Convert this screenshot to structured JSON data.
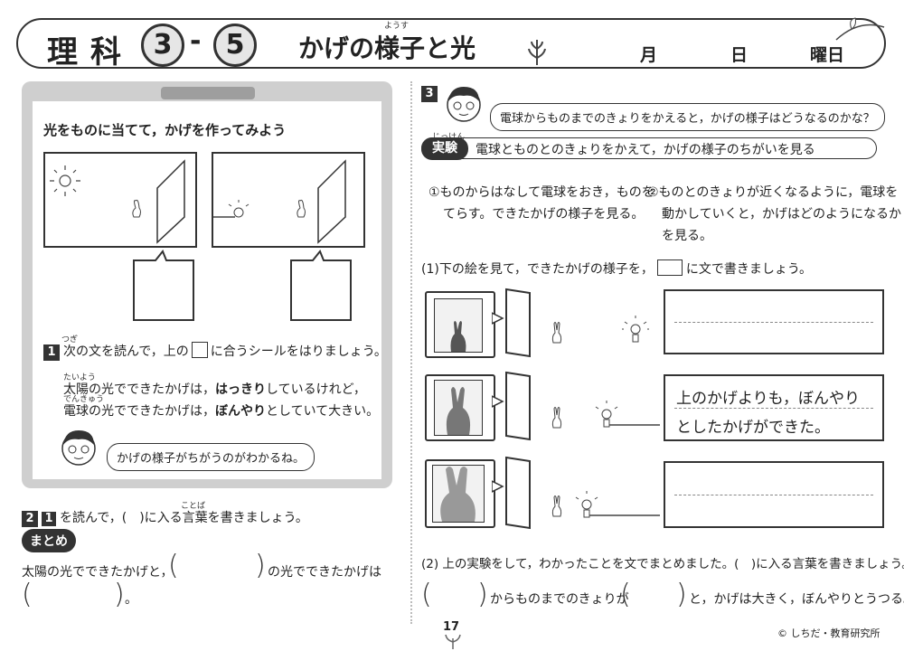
{
  "header": {
    "subject": "理科",
    "grade": "3",
    "dash": "-",
    "unit": "5",
    "title": "かげの様子と光",
    "title_ruby": "ようす",
    "month": "月",
    "day": "日",
    "weekday": "曜日"
  },
  "left": {
    "heading": "光をものに当てて，かげを作ってみよう",
    "q1_num": "1",
    "q1_text_a": "次の文を読んで，上の",
    "q1_text_b": "に合うシールをはりましょう。",
    "q1_ruby": "つぎ",
    "para1_a": "太陽の光でできたかげは，",
    "para1_b": "はっきり",
    "para1_c": "しているけれど，",
    "para2_a": "電球の光でできたかげは，",
    "para2_b": "ぼんやり",
    "para2_c": "としていて大きい。",
    "para_ruby1": "たいよう",
    "para_ruby2": "でんきゅう",
    "bubble": "かげの様子がちがうのがわかるね。",
    "q2_num": "2",
    "q2_ref": "1",
    "q2_text": "を読んで，(　)に入る言葉を書きましょう。",
    "q2_ruby": "ことば",
    "matome": "まとめ",
    "sum_a": "太陽の光でできたかげと，",
    "sum_b": "の光でできたかげは",
    "sum_c": "。"
  },
  "right": {
    "q3_num": "3",
    "bubble": "電球からものまでのきょりをかえると，かげの様子はどうなるのかな？",
    "exp_tag": "実験",
    "exp_ruby": "じっけん",
    "exp_text": "電球とものとのきょりをかえて，かげの様子のちがいを見る",
    "step1_a": "①ものからはなして電球をおき，ものを",
    "step1_b": "てらす。できたかげの様子を見る。",
    "step2_a": "②ものとのきょりが近くなるように，電球を",
    "step2_b": "動かしていくと，かげはどのようになるか",
    "step2_c": "を見る。",
    "sub1_a": "(1)下の絵を見て，できたかげの様子を，",
    "sub1_b": "に文で書きましょう。",
    "answer_line1": "上のかげよりも，ぼんやり",
    "answer_line2": "としたかげができた。",
    "sub2": "(2) 上の実験をして，わかったことを文でまとめました。(　)に入る言葉を書きましょう。",
    "final_a": "からものまでのきょりが",
    "final_b": "と，かげは大きく，ぼんやりとうつる。"
  },
  "footer": {
    "page": "17",
    "copyright": "© しちだ・教育研究所"
  }
}
